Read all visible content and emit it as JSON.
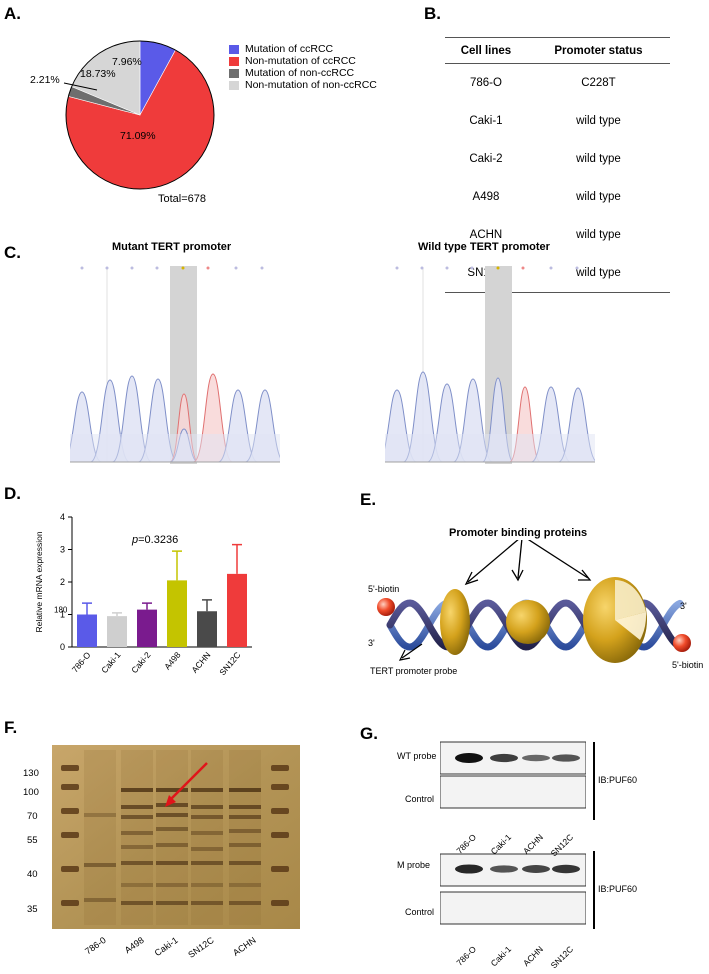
{
  "panels": {
    "a": "A.",
    "b": "B.",
    "c": "C.",
    "d": "D.",
    "e": "E.",
    "f": "F.",
    "g": "G."
  },
  "panel_a": {
    "total_label": "Total=678",
    "slice_labels": [
      "7.96%",
      "71.09%",
      "2.21%",
      "18.73%"
    ],
    "legend": [
      {
        "label": "Mutation of ccRCC",
        "color": "#5a5ae8"
      },
      {
        "label": "Non-mutation of ccRCC",
        "color": "#ef3b3b"
      },
      {
        "label": "Mutation of non-ccRCC",
        "color": "#6e6e6e"
      },
      {
        "label": "Non-mutation of non-ccRCC",
        "color": "#d6d6d6"
      }
    ]
  },
  "panel_b": {
    "headers": [
      "Cell lines",
      "Promoter status"
    ],
    "rows": [
      [
        "786-O",
        "C228T"
      ],
      [
        "Caki-1",
        "wild type"
      ],
      [
        "Caki-2",
        "wild type"
      ],
      [
        "A498",
        "wild type"
      ],
      [
        "ACHN",
        "wild type"
      ],
      [
        "SN12C",
        "wild type"
      ]
    ]
  },
  "panel_c": {
    "left_title": "Mutant TERT promoter",
    "right_title": "Wild type TERT promoter"
  },
  "panel_e": {
    "title": "Promoter binding proteins",
    "biotin_left": "5'-biotin",
    "biotin_right": "5'-biotin",
    "end_left": "3'",
    "end_right": "3'",
    "probe_label": "TERT promoter probe"
  },
  "panel_f": {
    "markers": [
      "130",
      "100",
      "70",
      "55",
      "40",
      "35"
    ],
    "lanes": [
      "786-0",
      "A498",
      "Caki-1",
      "SN12C",
      "ACHN"
    ]
  },
  "panel_g": {
    "row_labels": [
      "WT probe",
      "Control",
      "M probe",
      "Control"
    ],
    "ib_label": "IB:PUF60",
    "lanes": [
      "786-O",
      "Caki-1",
      "ACHN",
      "SN12C"
    ],
    "wt_band_strength": [
      1.0,
      0.7,
      0.4,
      0.55
    ],
    "m_band_strength": [
      0.85,
      0.55,
      0.65,
      0.75
    ]
  },
  "chart_data": {
    "type": "bar",
    "categories": [
      "786-O",
      "Caki-1",
      "Caki-2",
      "A498",
      "ACHN",
      "SN12C"
    ],
    "values": [
      1.0,
      0.95,
      1.15,
      2.05,
      1.1,
      2.25
    ],
    "errors": [
      0.35,
      0.1,
      0.2,
      0.9,
      0.35,
      0.9
    ],
    "colors": [
      "#5a5ae8",
      "#cfcfcf",
      "#7a1b8e",
      "#c4c400",
      "#4a4a4a",
      "#ef3b3b"
    ],
    "ylabel": "Relative mRNA expression",
    "ylim": [
      0,
      4
    ],
    "yticks": [
      "0",
      "1",
      "2",
      "3",
      "4"
    ],
    "extra_tick_label": "180",
    "annotation_italic": "p",
    "annotation_rest": "=0.3236"
  }
}
